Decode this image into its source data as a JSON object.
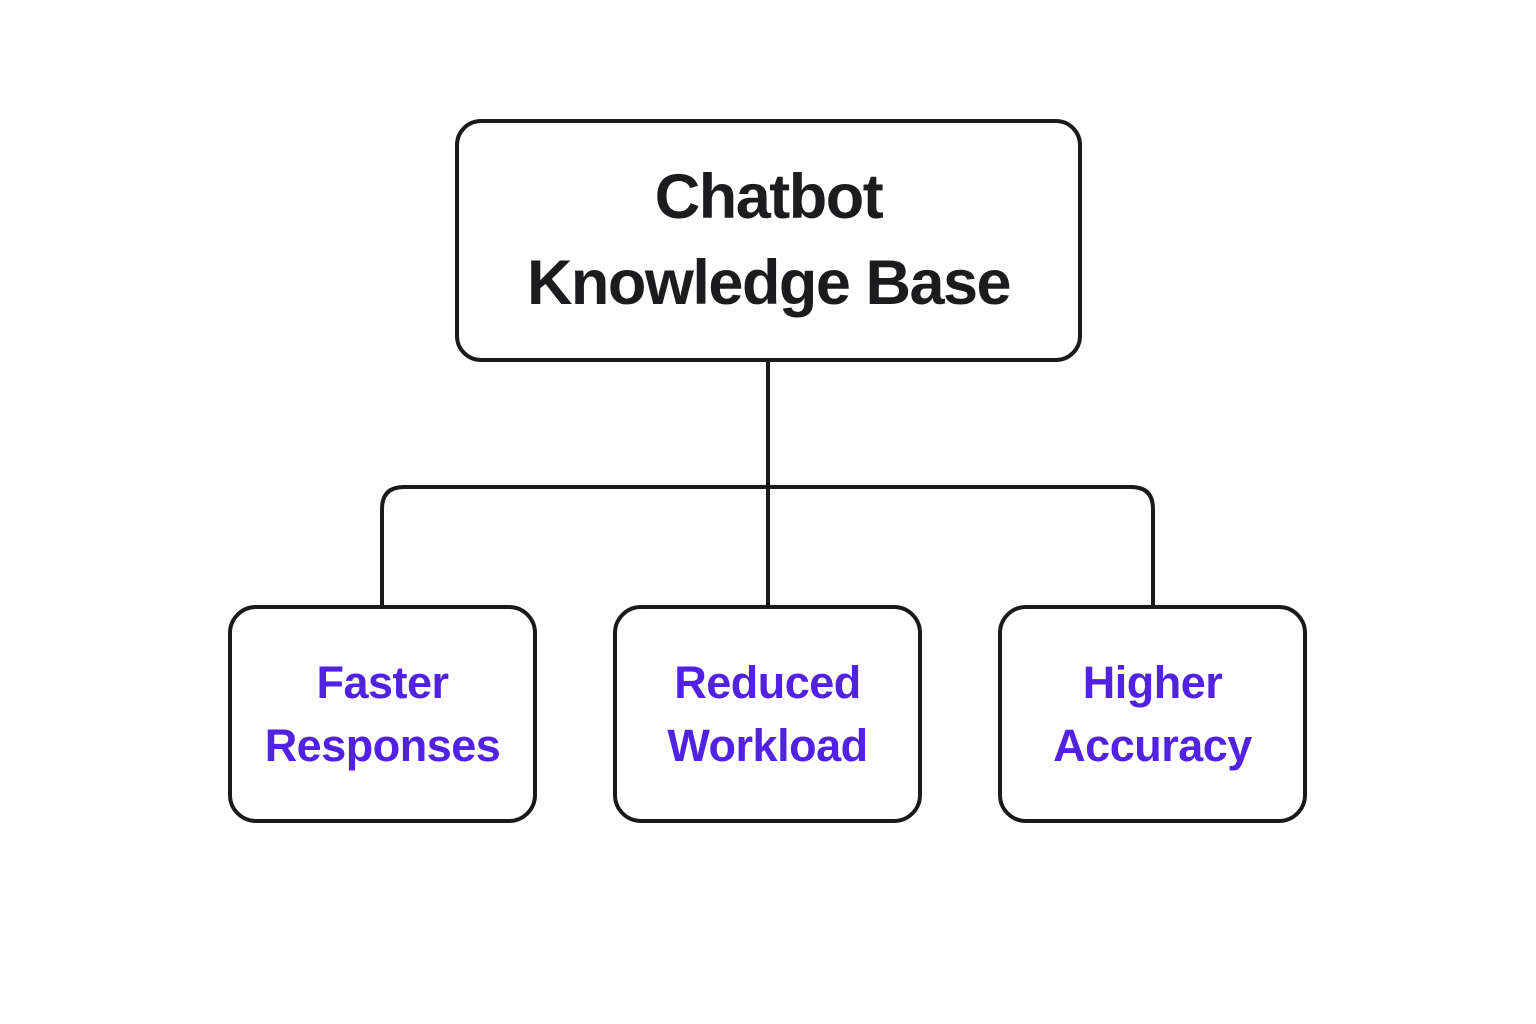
{
  "diagram": {
    "type": "flowchart",
    "root": {
      "label": "Chatbot Knowledge Base"
    },
    "children": [
      {
        "label": "Faster Responses"
      },
      {
        "label": "Reduced Workload"
      },
      {
        "label": "Higher Accuracy"
      }
    ],
    "colors": {
      "background": "#ffffff",
      "box_fill": "#ffffff",
      "box_border": "#1a1a1a",
      "connector_line": "#1a1a1a",
      "root_text": "#1c1c1e",
      "child_text": "#5222e3"
    }
  }
}
